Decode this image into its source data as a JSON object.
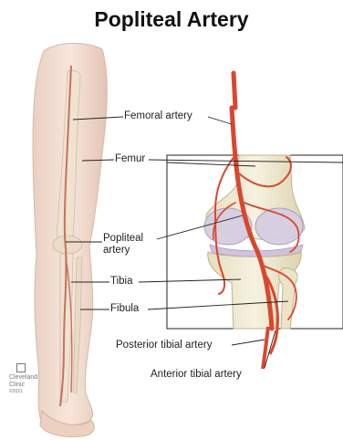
{
  "title": "Popliteal Artery",
  "labels": {
    "femoral_artery": "Femoral artery",
    "femur": "Femur",
    "popliteal_artery_line1": "Popliteal",
    "popliteal_artery_line2": "artery",
    "tibia": "Tibia",
    "fibula": "Fibula",
    "posterior_tibial_artery": "Posterior tibial artery",
    "anterior_tibial_artery": "Anterior tibial artery"
  },
  "logo": {
    "line1": "Cleveland",
    "line2": "Clinic",
    "copyright": "©2021"
  },
  "colors": {
    "artery": "#d9472f",
    "bone": "#ece7cf",
    "skin": "#f4dccd",
    "cartilage": "#c9bfd6",
    "leader": "#222222"
  }
}
